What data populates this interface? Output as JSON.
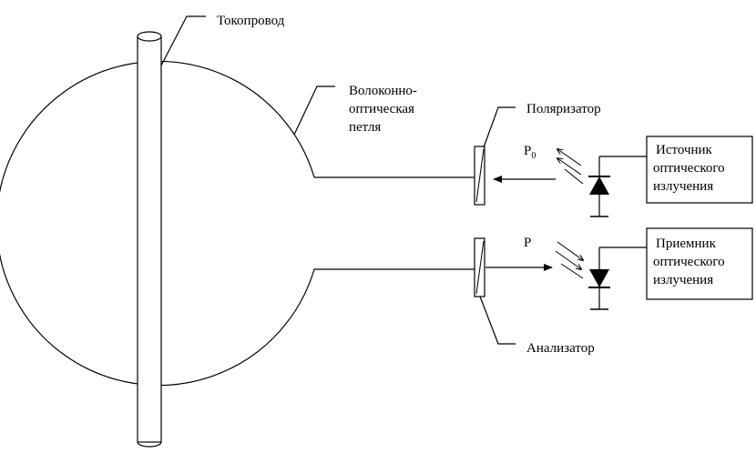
{
  "labels": {
    "conductor": "Токопровод",
    "fiber_loop": [
      "Волоконно-",
      "оптическая",
      "петля"
    ],
    "polarizer": "Поляризатор",
    "analyzer": "Анализатор",
    "p0": "P",
    "p0_sub": "0",
    "p": "P",
    "source": [
      "Источник",
      "оптического",
      "излучения"
    ],
    "receiver": [
      "Приемник",
      "оптического",
      "излучения"
    ]
  }
}
